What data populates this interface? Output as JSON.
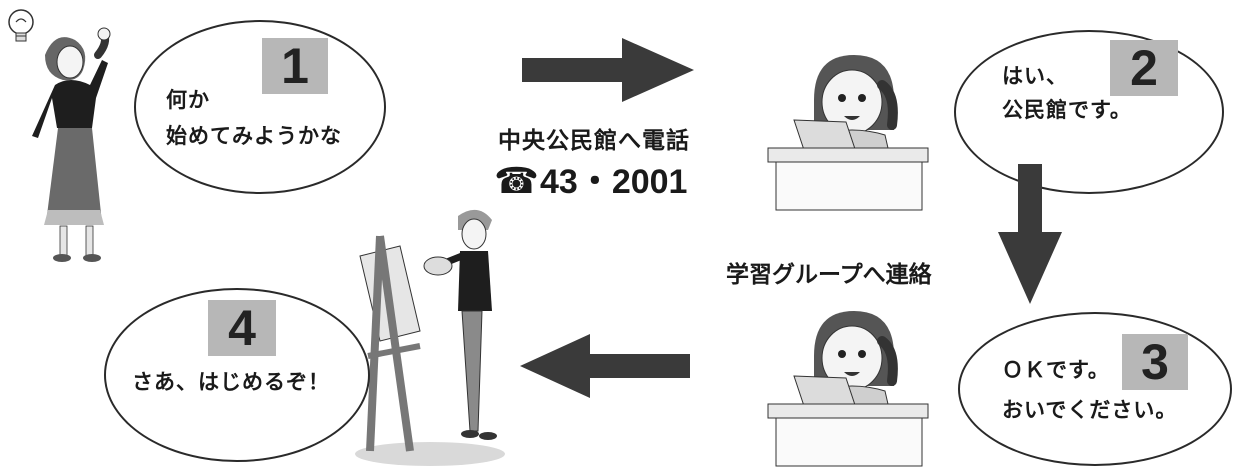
{
  "steps": [
    {
      "number": "1",
      "line1": "何か",
      "line2": "始めてみようかな"
    },
    {
      "number": "2",
      "line1": "はい、",
      "line2": "公民館です。"
    },
    {
      "number": "3",
      "line1": "ＯＫです。",
      "line2": "おいでください。"
    },
    {
      "number": "4",
      "line1": "さあ、はじめるぞ！"
    }
  ],
  "call": {
    "label": "中央公民館へ電話",
    "phone_icon": "☎",
    "number": "43・2001"
  },
  "relay": {
    "label": "学習グループへ連絡"
  },
  "colors": {
    "arrow": "#3a3a3a",
    "step_box": "#b7b7b7",
    "bubble_border": "#2a2a2a"
  }
}
